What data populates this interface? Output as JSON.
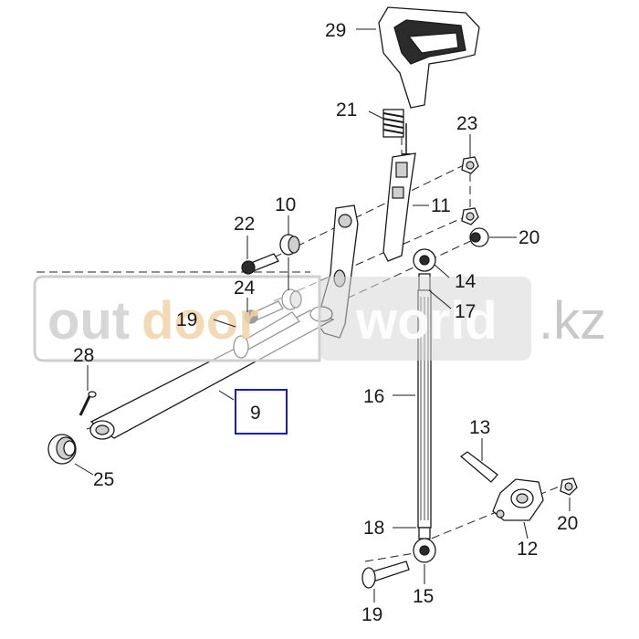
{
  "callouts": {
    "c29": "29",
    "c21": "21",
    "c23": "23",
    "c10": "10",
    "c11": "11",
    "c22": "22",
    "c20a": "20",
    "c24": "24",
    "c14": "14",
    "c19a": "19",
    "c17": "17",
    "c28": "28",
    "c9": "9",
    "c16": "16",
    "c13": "13",
    "c25": "25",
    "c18": "18",
    "c20b": "20",
    "c12": "12",
    "c19b": "19",
    "c15": "15"
  },
  "watermark": {
    "part1": "out",
    "part2": "door",
    "part3": "world",
    "domain": ".kz"
  },
  "colors": {
    "highlight": "#1a1acc",
    "watermark_grey": "#cfcfcf",
    "watermark_orange": "#f2d2a8"
  }
}
